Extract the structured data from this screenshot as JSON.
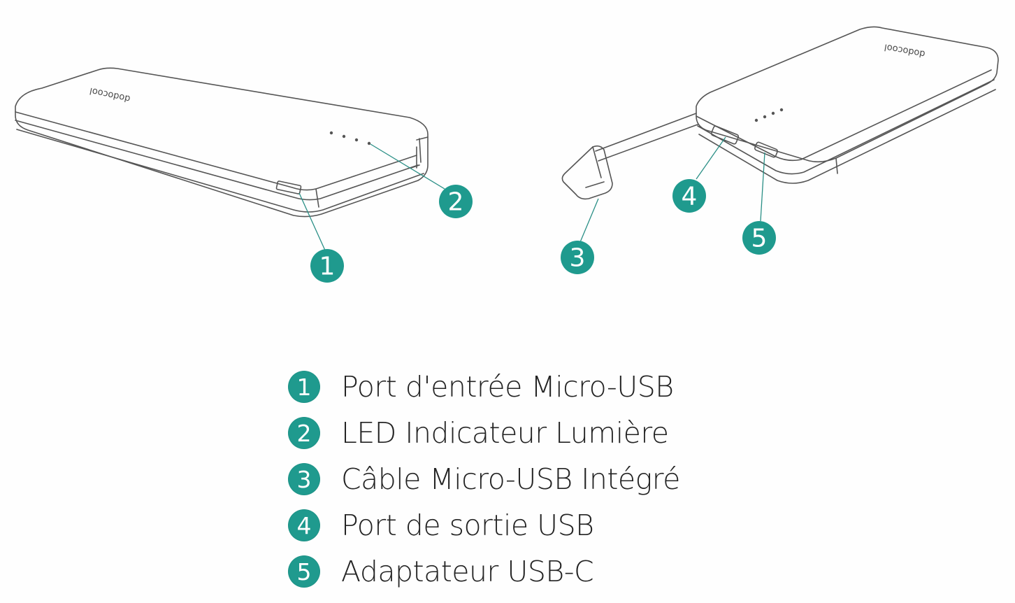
{
  "colors": {
    "accent": "#1f9a8e",
    "line": "#555555",
    "leader": "#2a8f86",
    "text": "#232323"
  },
  "brand": "dodocool",
  "callouts": [
    {
      "num": "1"
    },
    {
      "num": "2"
    },
    {
      "num": "3"
    },
    {
      "num": "4"
    },
    {
      "num": "5"
    }
  ],
  "legend": [
    {
      "num": "1",
      "label": "Port d'entrée Micro-USB"
    },
    {
      "num": "2",
      "label": "LED Indicateur Lumière"
    },
    {
      "num": "3",
      "label": "Câble Micro-USB Intégré"
    },
    {
      "num": "4",
      "label": "Port de sortie USB"
    },
    {
      "num": "5",
      "label": "Adaptateur USB-C"
    }
  ]
}
